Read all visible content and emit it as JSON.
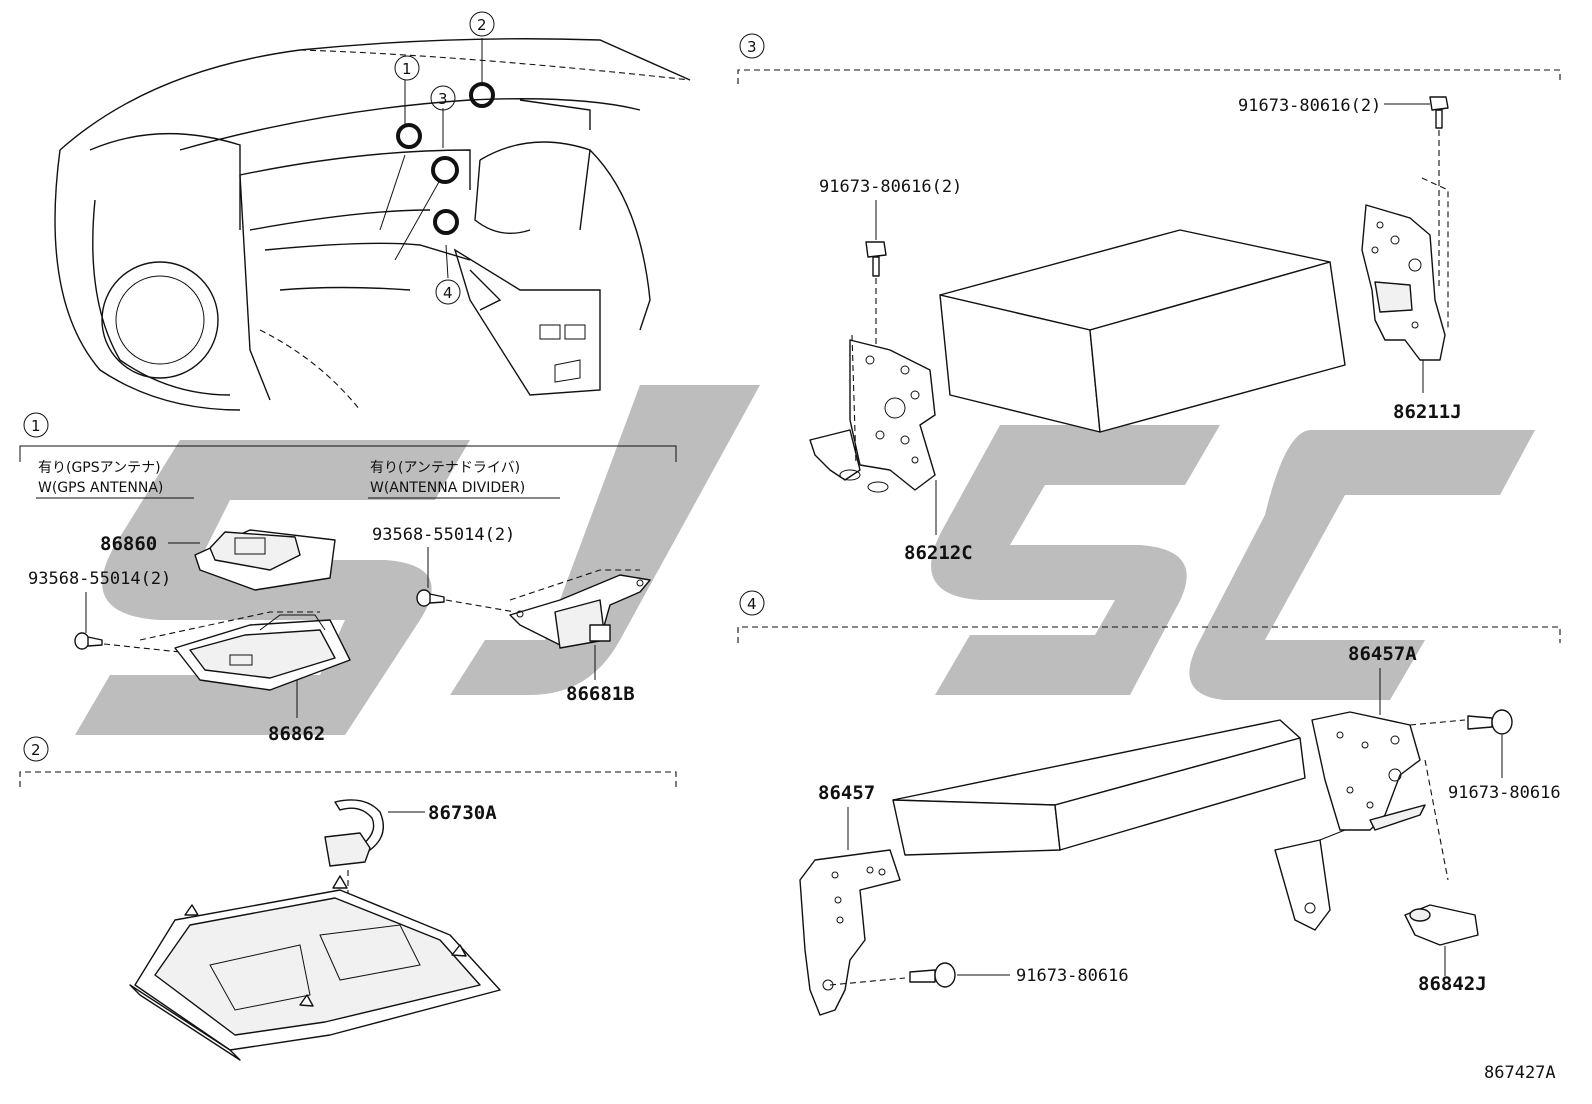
{
  "diagram_id": "867427A",
  "watermark": "SJSC",
  "overview": {
    "markers": [
      "1",
      "2",
      "3",
      "4"
    ]
  },
  "sections": [
    {
      "id": "1",
      "captions": [
        {
          "jp": "有り(GPSアンテナ)",
          "en": "W(GPS ANTENNA)"
        },
        {
          "jp": "有り(アンテナドライバ)",
          "en": "W(ANTENNA DIVIDER)"
        }
      ],
      "parts": [
        "86860",
        "93568-55014(2)",
        "86862",
        "93568-55014(2)",
        "86681B"
      ]
    },
    {
      "id": "2",
      "parts": [
        "86730A"
      ]
    },
    {
      "id": "3",
      "parts": [
        "91673-80616(2)",
        "91673-80616(2)",
        "86212C",
        "86211J"
      ]
    },
    {
      "id": "4",
      "parts": [
        "86457A",
        "91673-80616",
        "86457",
        "91673-80616",
        "86842J"
      ]
    }
  ]
}
